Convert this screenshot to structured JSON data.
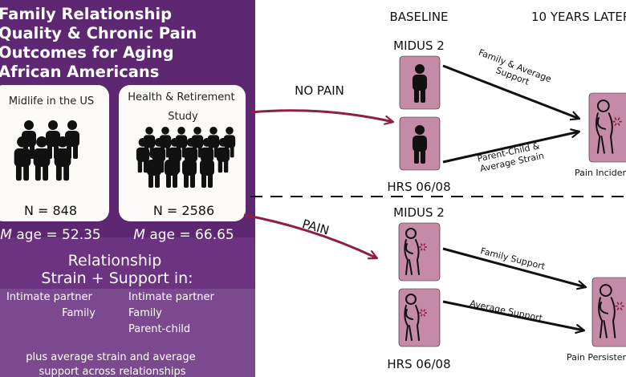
{
  "title": {
    "lines": [
      "Family Relationship",
      "Quality & Chronic Pain",
      "Outcomes for Aging",
      "African Americans"
    ]
  },
  "studies": [
    {
      "name_lines": [
        "Midlife in the US"
      ],
      "n": "N = 848",
      "mage_prefix": "M",
      "mage_rest": " age = 52.35"
    },
    {
      "name_lines": [
        "Health & Retirement",
        "Study"
      ],
      "n": "N = 2586",
      "mage_prefix": "M",
      "mage_rest": " age = 66.65"
    }
  ],
  "relationship": {
    "heading_lines": [
      "Relationship",
      "Strain + Support in:"
    ],
    "left_items": [
      "Intimate partner",
      "Family"
    ],
    "right_items": [
      "Intimate partner",
      "Family",
      "Parent-child"
    ],
    "footer_lines": [
      "plus average strain and average",
      "support across relationships"
    ]
  },
  "columns": {
    "baseline": "BASELINE",
    "ten_years": "10 YEARS LATER"
  },
  "groups": {
    "no_pain": {
      "label": "NO PAIN",
      "top_label": "MIDUS 2",
      "bottom_label": "HRS 06/08",
      "edge_top_lines": [
        "Family & Average",
        "Support"
      ],
      "edge_bottom_lines": [
        "Parent-Child &",
        "Average Strain"
      ],
      "outcome": "Pain Incidence"
    },
    "pain": {
      "label": "PAIN",
      "top_label": "MIDUS 2",
      "bottom_label": "HRS 06/08",
      "edge_top": "Family Support",
      "edge_bottom": "Average Support",
      "outcome": "Pain Persistence"
    }
  },
  "colors": {
    "panel_purple": "#5e2771",
    "panel_lower": "#7b4a8e",
    "card_bg": "#fcfbf7",
    "pink_box": "#c48aa6",
    "arrow_red": "#8e1f3e",
    "black": "#111111"
  }
}
